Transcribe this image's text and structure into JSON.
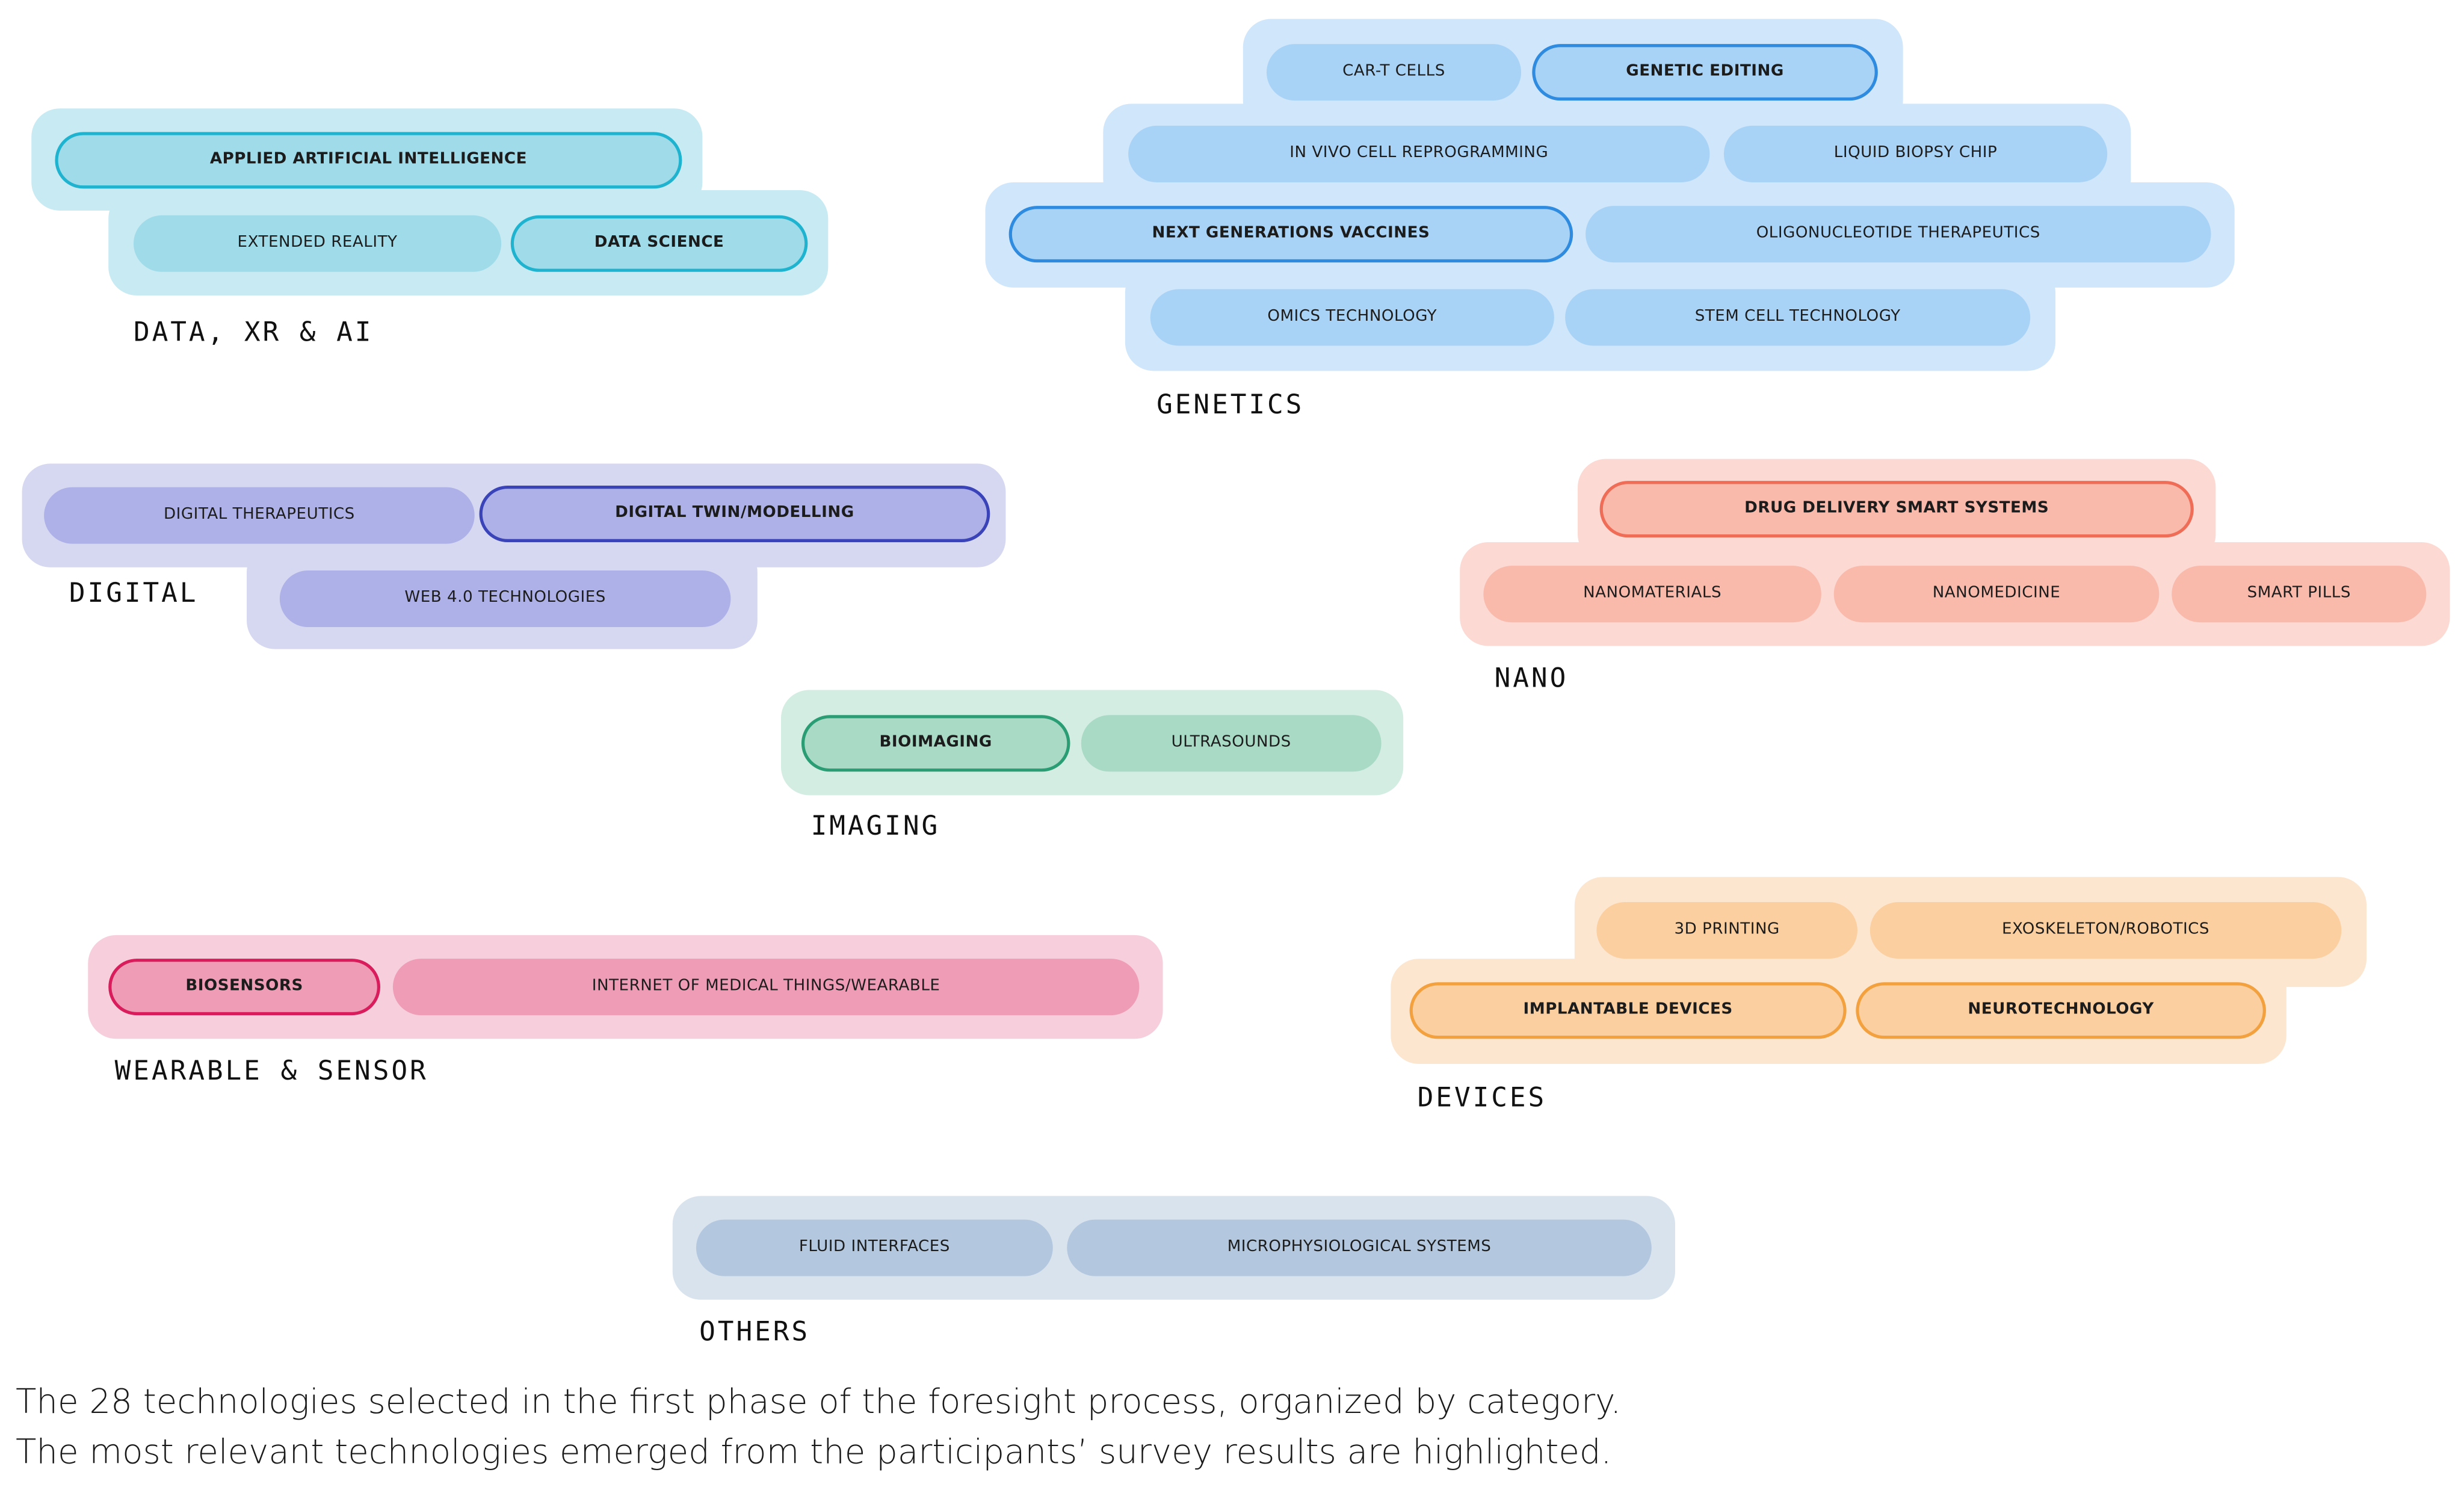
{
  "categories": {
    "data": {
      "label": "DATA, XR & AI",
      "items": [
        {
          "text": "APPLIED ARTIFICIAL INTELLIGENCE",
          "highlighted": true
        },
        {
          "text": "EXTENDED REALITY",
          "highlighted": false
        },
        {
          "text": "DATA SCIENCE",
          "highlighted": true
        }
      ]
    },
    "genetics": {
      "label": "GENETICS",
      "items": [
        {
          "text": "CAR-T CELLS",
          "highlighted": false
        },
        {
          "text": "GENETIC EDITING",
          "highlighted": true
        },
        {
          "text": "IN VIVO CELL REPROGRAMMING",
          "highlighted": false
        },
        {
          "text": "LIQUID BIOPSY CHIP",
          "highlighted": false
        },
        {
          "text": "NEXT GENERATIONS VACCINES",
          "highlighted": true
        },
        {
          "text": "OLIGONUCLEOTIDE THERAPEUTICS",
          "highlighted": false
        },
        {
          "text": "OMICS TECHNOLOGY",
          "highlighted": false
        },
        {
          "text": "STEM CELL TECHNOLOGY",
          "highlighted": false
        }
      ]
    },
    "digital": {
      "label": "DIGITAL",
      "items": [
        {
          "text": "DIGITAL THERAPEUTICS",
          "highlighted": false
        },
        {
          "text": "DIGITAL TWIN/MODELLING",
          "highlighted": true
        },
        {
          "text": "WEB 4.0 TECHNOLOGIES",
          "highlighted": false
        }
      ]
    },
    "nano": {
      "label": "NANO",
      "items": [
        {
          "text": "DRUG DELIVERY SMART SYSTEMS",
          "highlighted": true
        },
        {
          "text": "NANOMATERIALS",
          "highlighted": false
        },
        {
          "text": "NANOMEDICINE",
          "highlighted": false
        },
        {
          "text": "SMART PILLS",
          "highlighted": false
        }
      ]
    },
    "imaging": {
      "label": "IMAGING",
      "items": [
        {
          "text": "BIOIMAGING",
          "highlighted": true
        },
        {
          "text": "ULTRASOUNDS",
          "highlighted": false
        }
      ]
    },
    "wearable": {
      "label": "WEARABLE & SENSOR",
      "items": [
        {
          "text": "BIOSENSORS",
          "highlighted": true
        },
        {
          "text": "INTERNET OF MEDICAL THINGS/WEARABLE",
          "highlighted": false
        }
      ]
    },
    "devices": {
      "label": "DEVICES",
      "items": [
        {
          "text": "3D PRINTING",
          "highlighted": false
        },
        {
          "text": "EXOSKELETON/ROBOTICS",
          "highlighted": false
        },
        {
          "text": "IMPLANTABLE DEVICES",
          "highlighted": true
        },
        {
          "text": "NEUROTECHNOLOGY",
          "highlighted": true
        }
      ]
    },
    "others": {
      "label": "OTHERS",
      "items": [
        {
          "text": "FLUID INTERFACES",
          "highlighted": false
        },
        {
          "text": "MICROPHYSIOLOGICAL SYSTEMS",
          "highlighted": false
        }
      ]
    }
  },
  "caption": {
    "line1": "The 28 technologies selected in the first phase of the foresight process, organized by category.",
    "line2": "The most relevant technologies emerged from the participants’ survey results are highlighted."
  }
}
